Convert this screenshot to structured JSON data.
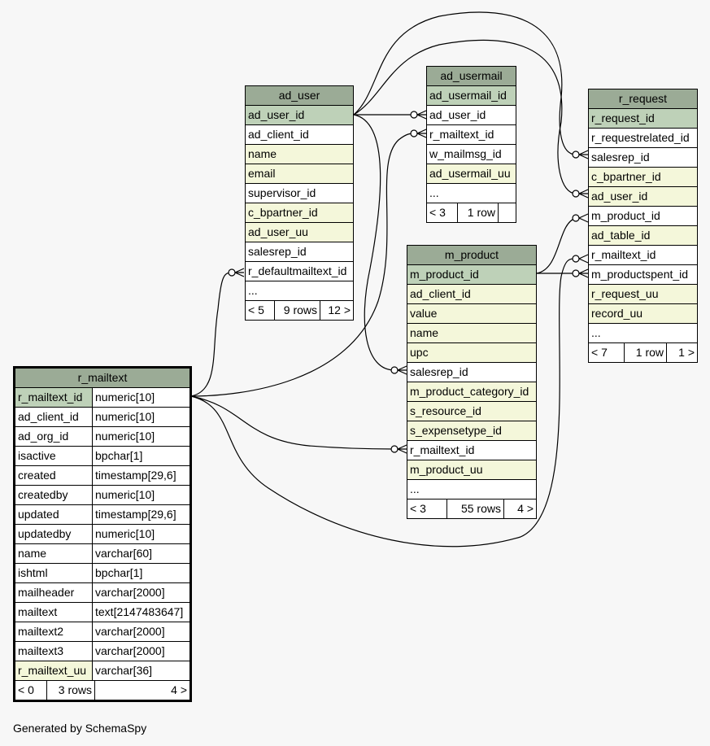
{
  "credit": "Generated by SchemaSpy",
  "tables": {
    "ad_user": {
      "name": "ad_user",
      "columns": [
        "ad_user_id",
        "ad_client_id",
        "name",
        "email",
        "supervisor_id",
        "c_bpartner_id",
        "ad_user_uu",
        "salesrep_id",
        "r_defaultmailtext_id",
        "..."
      ],
      "footer": [
        "< 5",
        "9 rows",
        "12 >"
      ]
    },
    "ad_usermail": {
      "name": "ad_usermail",
      "columns": [
        "ad_usermail_id",
        "ad_user_id",
        "r_mailtext_id",
        "w_mailmsg_id",
        "ad_usermail_uu",
        "..."
      ],
      "footer": [
        "< 3",
        "1 row",
        ""
      ]
    },
    "r_request": {
      "name": "r_request",
      "columns": [
        "r_request_id",
        "r_requestrelated_id",
        "salesrep_id",
        "c_bpartner_id",
        "ad_user_id",
        "m_product_id",
        "ad_table_id",
        "r_mailtext_id",
        "m_productspent_id",
        "r_request_uu",
        "record_uu",
        "..."
      ],
      "footer": [
        "< 7",
        "1 row",
        "1 >"
      ]
    },
    "m_product": {
      "name": "m_product",
      "columns": [
        "m_product_id",
        "ad_client_id",
        "value",
        "name",
        "upc",
        "salesrep_id",
        "m_product_category_id",
        "s_resource_id",
        "s_expensetype_id",
        "r_mailtext_id",
        "m_product_uu",
        "..."
      ],
      "footer": [
        "< 3",
        "55 rows",
        "4 >"
      ]
    },
    "r_mailtext": {
      "name": "r_mailtext",
      "columns": [
        {
          "name": "r_mailtext_id",
          "type": "numeric[10]"
        },
        {
          "name": "ad_client_id",
          "type": "numeric[10]"
        },
        {
          "name": "ad_org_id",
          "type": "numeric[10]"
        },
        {
          "name": "isactive",
          "type": "bpchar[1]"
        },
        {
          "name": "created",
          "type": "timestamp[29,6]"
        },
        {
          "name": "createdby",
          "type": "numeric[10]"
        },
        {
          "name": "updated",
          "type": "timestamp[29,6]"
        },
        {
          "name": "updatedby",
          "type": "numeric[10]"
        },
        {
          "name": "name",
          "type": "varchar[60]"
        },
        {
          "name": "ishtml",
          "type": "bpchar[1]"
        },
        {
          "name": "mailheader",
          "type": "varchar[2000]"
        },
        {
          "name": "mailtext",
          "type": "text[2147483647]"
        },
        {
          "name": "mailtext2",
          "type": "varchar[2000]"
        },
        {
          "name": "mailtext3",
          "type": "varchar[2000]"
        },
        {
          "name": "r_mailtext_uu",
          "type": "varchar[36]"
        }
      ],
      "footer": [
        "< 0",
        "3 rows",
        "4 >"
      ]
    }
  }
}
